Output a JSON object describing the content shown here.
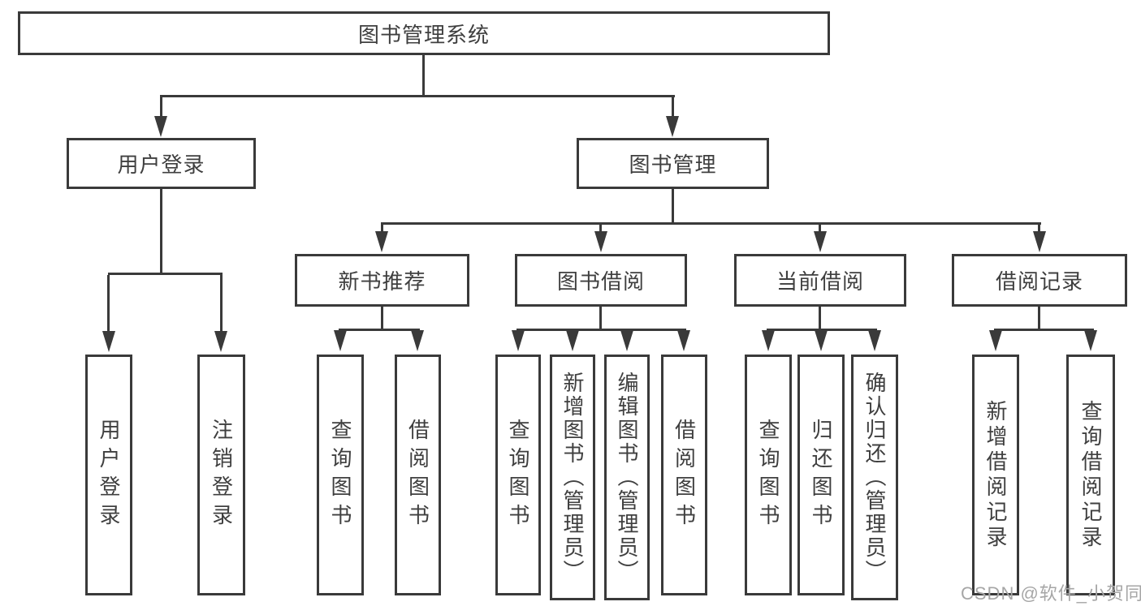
{
  "diagram_title": "图书管理系统",
  "colors": {
    "line": "#3a3a3a",
    "text": "#3f3f3f",
    "box_fill": "#ffffff",
    "background": "#ffffff",
    "watermark": "#a6a6a6"
  },
  "watermark": {
    "text": "CSDN @软件_小贺同学"
  },
  "nodes": {
    "root": {
      "label": "图书管理系统"
    },
    "l2": [
      {
        "label": "用户登录",
        "parent": "图书管理系统"
      },
      {
        "label": "图书管理",
        "parent": "图书管理系统"
      }
    ],
    "l3": [
      {
        "label": "新书推荐",
        "parent": "图书管理"
      },
      {
        "label": "图书借阅",
        "parent": "图书管理"
      },
      {
        "label": "当前借阅",
        "parent": "图书管理"
      },
      {
        "label": "借阅记录",
        "parent": "图书管理"
      }
    ],
    "l4": [
      {
        "label": "用户登录",
        "parent": "用户登录"
      },
      {
        "label": "注销登录",
        "parent": "用户登录"
      },
      {
        "label": "查询图书",
        "parent": "新书推荐"
      },
      {
        "label": "借阅图书",
        "parent": "新书推荐"
      },
      {
        "label": "查询图书",
        "parent": "图书借阅"
      },
      {
        "label": "新增图书（管理员）",
        "parent": "图书借阅"
      },
      {
        "label": "编辑图书（管理员）",
        "parent": "图书借阅"
      },
      {
        "label": "借阅图书",
        "parent": "图书借阅"
      },
      {
        "label": "查询图书",
        "parent": "当前借阅"
      },
      {
        "label": "归还图书",
        "parent": "当前借阅"
      },
      {
        "label": "确认归还（管理员）",
        "parent": "当前借阅"
      },
      {
        "label": "新增借阅记录",
        "parent": "借阅记录"
      },
      {
        "label": "查询借阅记录",
        "parent": "借阅记录"
      }
    ]
  }
}
